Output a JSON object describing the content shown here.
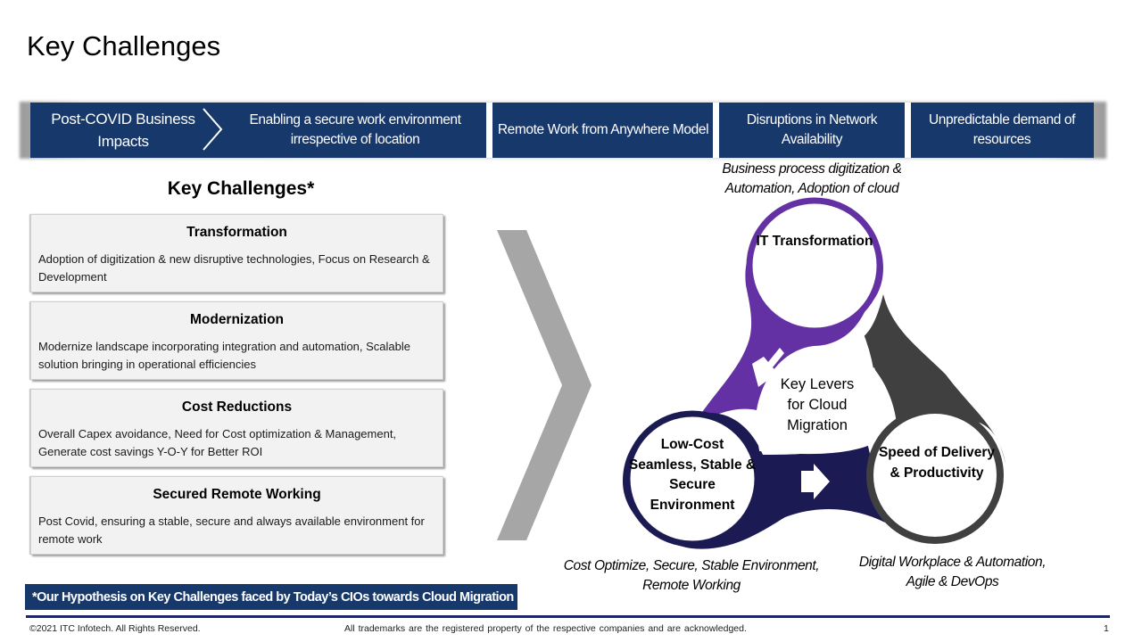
{
  "page": {
    "title": "Key Challenges"
  },
  "banner": {
    "lead": "Post-COVID Business Impacts",
    "items": [
      "Enabling a secure work environment irrespective of location",
      "Remote Work from Anywhere Model",
      "Disruptions in Network Availability",
      "Unpredictable demand of resources"
    ],
    "color": "#17386b"
  },
  "challenges": {
    "heading": "Key Challenges*",
    "cards": [
      {
        "title": "Transformation",
        "body": "Adoption of digitization & new disruptive technologies, Focus on Research & Development"
      },
      {
        "title": "Modernization",
        "body": "Modernize landscape incorporating integration and automation, Scalable solution bringing in operational efficiencies"
      },
      {
        "title": "Cost Reductions",
        "body": "Overall Capex avoidance, Need for Cost optimization & Management,  Generate cost savings Y-O-Y for Better ROI"
      },
      {
        "title": "Secured Remote Working",
        "body": "Post Covid, ensuring a stable, secure and always available environment for remote work"
      }
    ]
  },
  "diagram": {
    "center": "Key Levers for Cloud Migration",
    "nodes": [
      {
        "id": "it",
        "label": "IT Transformation",
        "caption": "Business process digitization & Automation, Adoption of cloud",
        "color": "#6331a3"
      },
      {
        "id": "lowcost",
        "label": "Low-Cost Seamless, Stable & Secure Environment",
        "caption": "Cost Optimize, Secure, Stable Environment, Remote Working",
        "color": "#1c1a52"
      },
      {
        "id": "speed",
        "label": "Speed of Delivery & Productivity",
        "caption": "Digital Workplace & Automation, Agile & DevOps",
        "color": "#404040"
      }
    ]
  },
  "note": {
    "hypothesis": "*Our Hypothesis on Key Challenges faced by Today’s CIOs towards Cloud Migration"
  },
  "footer": {
    "copyright": "©2021 ITC Infotech.  All Rights Reserved.",
    "trademark": "All trademarks  are  the  registered  property  of the respective  companies and are  acknowledged.",
    "page_number": "1"
  }
}
